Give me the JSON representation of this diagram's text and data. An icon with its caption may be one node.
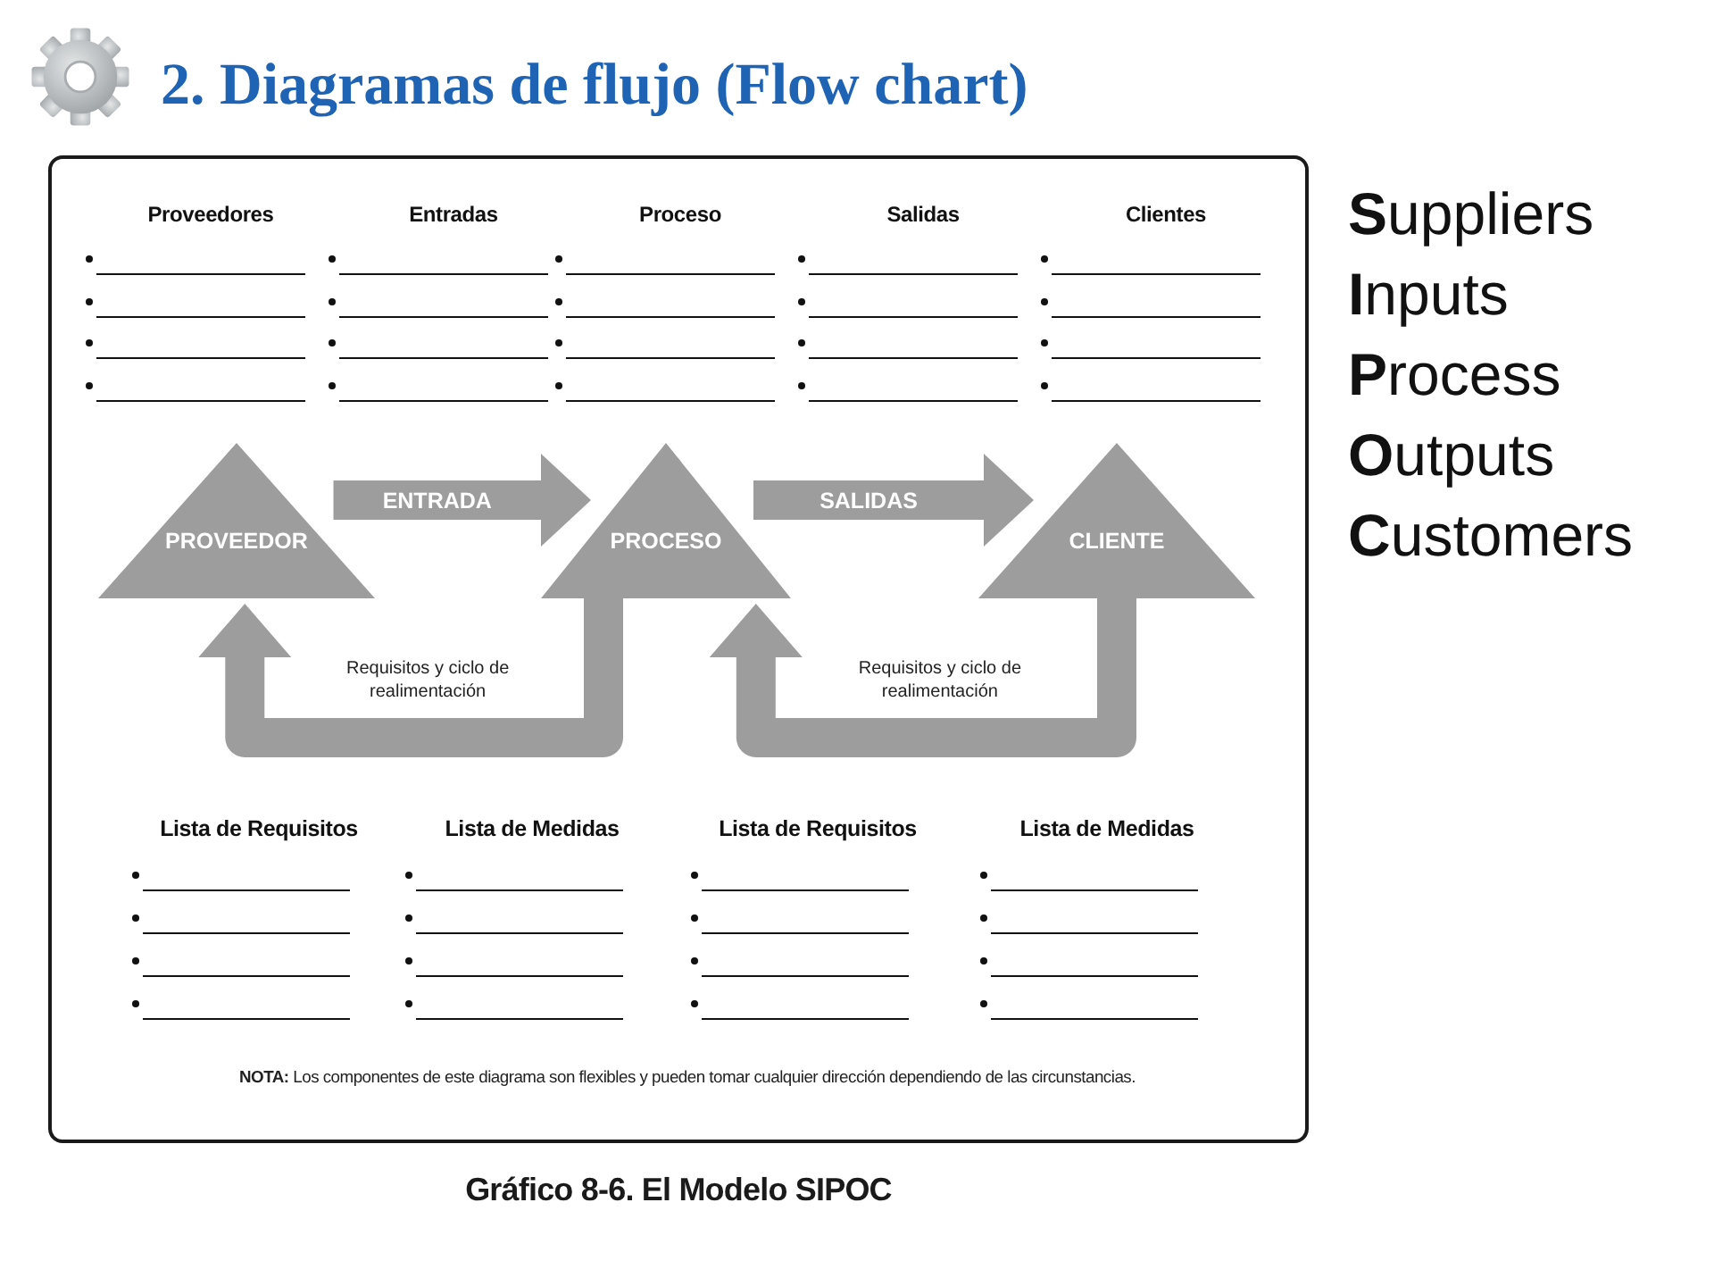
{
  "diagram": {
    "title": "2. Diagramas de flujo (Flow chart)",
    "caption": "Gráfico 8-6. El Modelo SIPOC",
    "nodes": [
      {
        "text": [
          "PROVEEDOR"
        ]
      },
      {
        "text": [
          "PROCESO"
        ]
      },
      {
        "text": [
          "CLIENTE"
        ]
      }
    ],
    "edges": [
      {
        "from": 0,
        "to": 1,
        "arrow": "to",
        "label": "ENTRADA"
      },
      {
        "from": 1,
        "to": 2,
        "arrow": "to",
        "label": "SALIDAS"
      },
      {
        "from": 1,
        "to": 0,
        "arrow": "to",
        "label": "Requisitos y ciclo de realimentación"
      },
      {
        "from": 2,
        "to": 1,
        "arrow": "to",
        "label": "Requisitos y ciclo de realimentación"
      }
    ],
    "labels": [
      "Proveedores",
      "Entradas",
      "Proceso",
      "Salidas",
      "Clientes",
      "**S**uppliers",
      "**I**nputs",
      "**P**rocess",
      "**O**utputs",
      "**C**ustomers",
      "Lista de Requisitos",
      "Lista de Medidas",
      "Lista de Requisitos",
      "Lista de Medidas",
      "**NOTA:** Los componentes de este diagrama son flexibles y pueden tomar cualquier dirección dependiendo de las circunstancias."
    ]
  }
}
